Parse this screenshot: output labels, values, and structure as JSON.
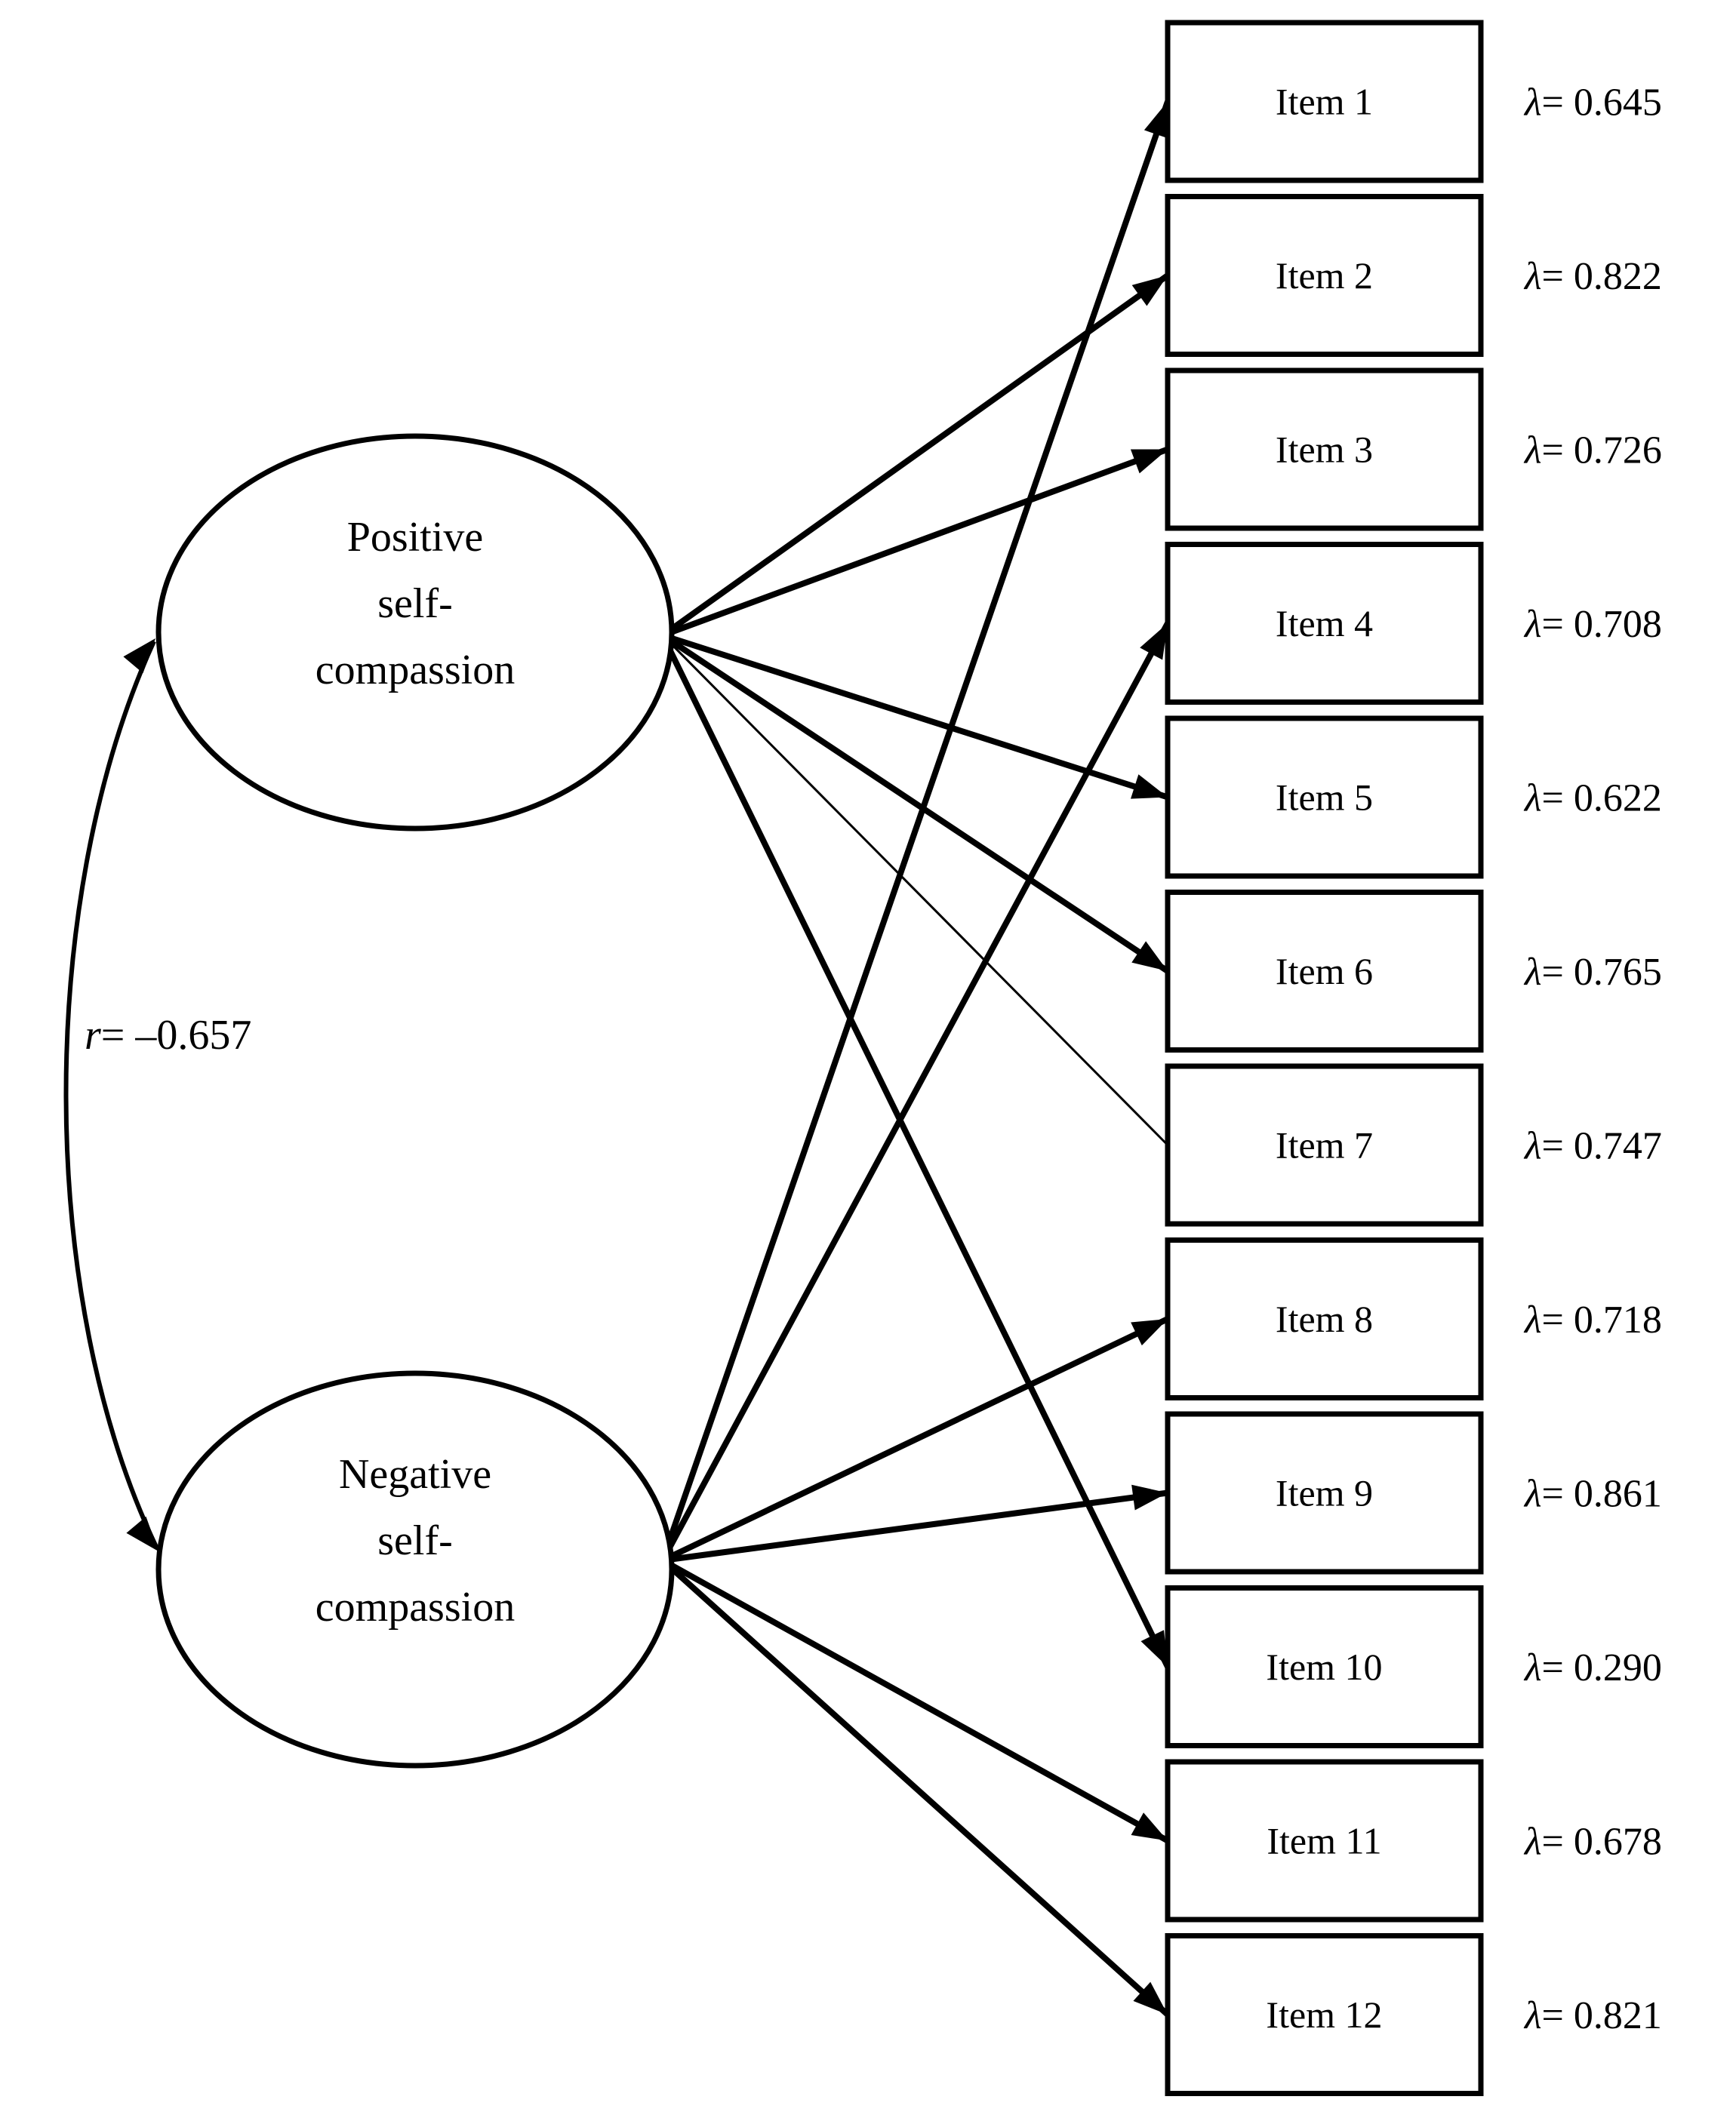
{
  "figure": {
    "background_color": "#ffffff",
    "ink_color": "#000000",
    "lambda_symbol": "λ",
    "equals": "= ",
    "correlation": {
      "symbol": "r",
      "text": "= –0.657"
    },
    "factors": [
      {
        "id": "positive-self-compassion",
        "label_lines": [
          "Positive",
          "self-",
          "compassion"
        ]
      },
      {
        "id": "negative-self-compassion",
        "label_lines": [
          "Negative",
          "self-",
          "compassion"
        ]
      }
    ],
    "items": [
      {
        "label": "Item 1",
        "loading": "0.645",
        "factor": "negative-self-compassion"
      },
      {
        "label": "Item 2",
        "loading": "0.822",
        "factor": "positive-self-compassion"
      },
      {
        "label": "Item 3",
        "loading": "0.726",
        "factor": "positive-self-compassion"
      },
      {
        "label": "Item 4",
        "loading": "0.708",
        "factor": "negative-self-compassion"
      },
      {
        "label": "Item 5",
        "loading": "0.622",
        "factor": "positive-self-compassion"
      },
      {
        "label": "Item 6",
        "loading": "0.765",
        "factor": "positive-self-compassion"
      },
      {
        "label": "Item 7",
        "loading": "0.747",
        "factor": "positive-self-compassion",
        "thin_path": true
      },
      {
        "label": "Item 8",
        "loading": "0.718",
        "factor": "negative-self-compassion"
      },
      {
        "label": "Item 9",
        "loading": "0.861",
        "factor": "negative-self-compassion"
      },
      {
        "label": "Item 10",
        "loading": "0.290",
        "factor": "positive-self-compassion"
      },
      {
        "label": "Item 11",
        "loading": "0.678",
        "factor": "negative-self-compassion"
      },
      {
        "label": "Item 12",
        "loading": "0.821",
        "factor": "negative-self-compassion"
      }
    ]
  }
}
